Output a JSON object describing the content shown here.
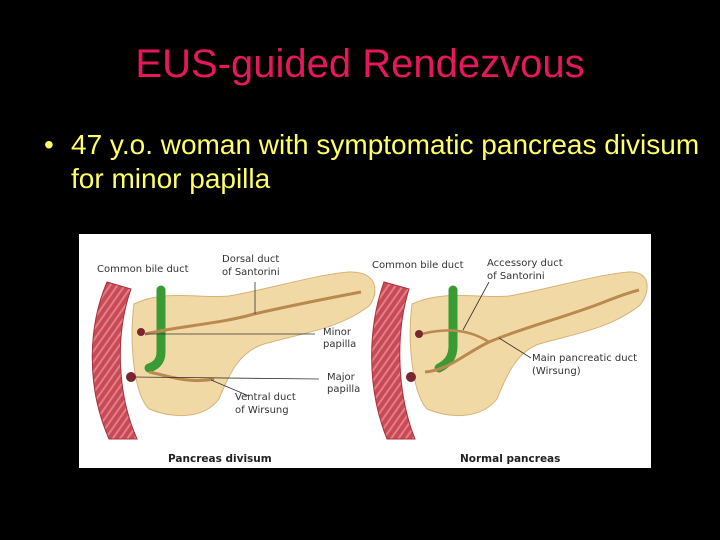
{
  "slide": {
    "title": "EUS-guided Rendezvous",
    "bullet_char": "•",
    "bullet": "47 y.o. woman with symptomatic pancreas divisum for minor papilla"
  },
  "figure": {
    "left_panel": {
      "caption": "Pancreas divisum",
      "labels": {
        "common_bile_duct": "Common bile duct",
        "dorsal_duct_l1": "Dorsal duct",
        "dorsal_duct_l2": "of Santorini",
        "minor_l1": "Minor",
        "minor_l2": "papilla",
        "major_l1": "Major",
        "major_l2": "papilla",
        "ventral_l1": "Ventral duct",
        "ventral_l2": "of Wirsung"
      }
    },
    "right_panel": {
      "caption": "Normal pancreas",
      "labels": {
        "common_bile_duct": "Common bile duct",
        "accessory_l1": "Accessory duct",
        "accessory_l2": "of Santorini",
        "main_l1": "Main pancreatic duct",
        "main_l2": "(Wirsung)"
      }
    },
    "colors": {
      "title": "#e6175b",
      "bullet": "#ffff66",
      "duodenum": "#c94a57",
      "pancreas": "#f1d9a6",
      "bile_duct": "#3a9a34",
      "duct": "#b9894d"
    }
  }
}
